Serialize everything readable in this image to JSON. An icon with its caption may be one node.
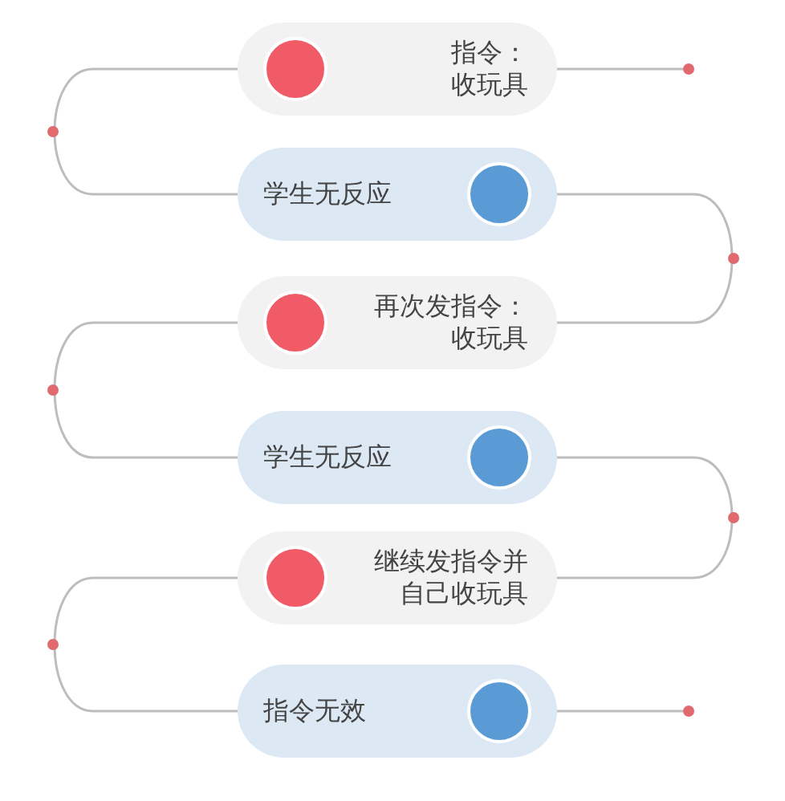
{
  "diagram": {
    "nodes": [
      {
        "text": [
          "指令：收玩具"
        ]
      },
      {
        "text": [
          "学生无反应"
        ]
      },
      {
        "text": [
          "再次发指令：收玩具"
        ]
      },
      {
        "text": [
          "学生无反应"
        ]
      },
      {
        "text": [
          "继续发指令并自己收玩具"
        ]
      },
      {
        "text": [
          "指令无效"
        ]
      }
    ],
    "edges": [
      {
        "from": 0,
        "to": 1,
        "arrow": "none"
      },
      {
        "from": 1,
        "to": 2,
        "arrow": "none"
      },
      {
        "from": 2,
        "to": 3,
        "arrow": "none"
      },
      {
        "from": 3,
        "to": 4,
        "arrow": "none"
      },
      {
        "from": 4,
        "to": 5,
        "arrow": "none"
      },
      {
        "from": 0,
        "to": null,
        "arrow": "none"
      },
      {
        "from": 5,
        "to": null,
        "arrow": "none"
      }
    ]
  }
}
